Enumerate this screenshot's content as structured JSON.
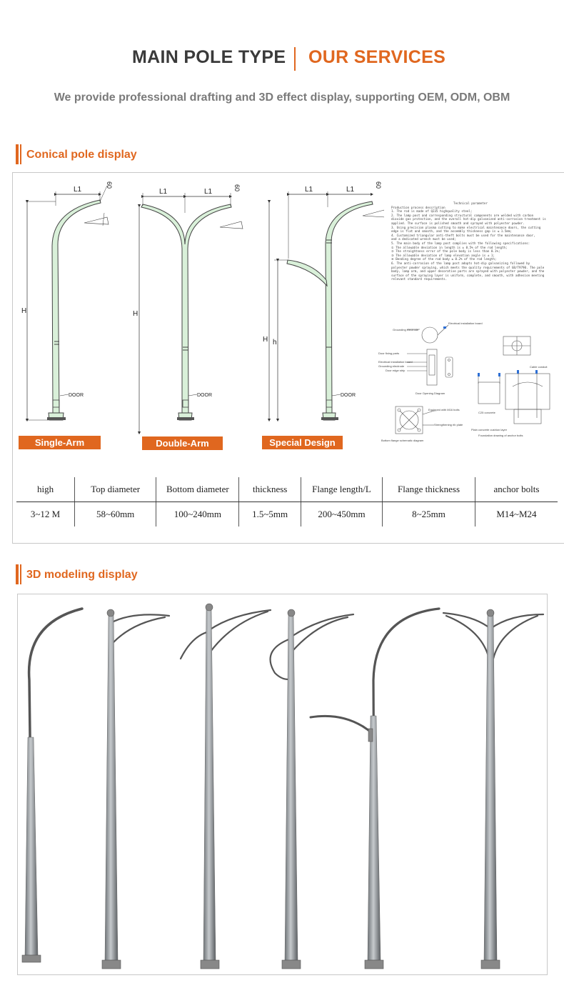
{
  "header": {
    "left_title": "MAIN POLE TYPE",
    "right_title": "OUR SERVICES",
    "subtitle": "We provide professional drafting and 3D effect display, supporting OEM, ODM, OBM"
  },
  "sections": {
    "conical": {
      "title": "Conical pole display"
    },
    "modeling": {
      "title": "3D modeling display"
    }
  },
  "drawings": {
    "dim_l1": "L1",
    "dim_angle": "60",
    "dim_h": "H",
    "dim_h_small": "h",
    "door": "DOOR",
    "single_arm": "Single-Arm",
    "double_arm": "Double-Arm",
    "special_design": "Special Design"
  },
  "tech": {
    "title": "Technical parameter",
    "heading": "Production process description",
    "lines": [
      "1. The rod is made of Q235 highquality steel;",
      "2. The lamp post and corresponding structural components are welded with carbon",
      "dioxide gas protection, and the overall hot-dip galvanized anti-corrosion treatment is",
      "applied. The surface is polished smooth and sprayed with polyester powder.",
      "3. Using precision plasma cutting to make electrical maintenance doors, the cutting",
      "edge is flat and smooth, and the assembly thickness gap is ≤ 1.5mm;",
      "4. Customized triangular anti-theft bolts must be used for the maintenance door,",
      "and a dedicated wrench must be used;",
      "5. The main body of the lamp post complies with the following specifications:",
      "① The allowable deviation in length is ± 0.5% of the rod length;",
      "② The straightness error of the pole body is less than 0.1%;",
      "③ The allowable deviation of lamp elevation angle is ± 1;",
      "④ Bending degree of the rod body ≤ 0.2% of the rod length;",
      "6. The anti-corrosion of the lamp post adopts hot-dip galvanizing followed by",
      "polyester powder spraying, which meets the quality requirements of GB/T9790. The pole",
      "body, lamp arm, and upper decorative parts are sprayed with polyester powder, and the",
      "surface of the spraying layer is uniform, complete, and smooth, with adhesion meeting",
      "relevant standard requirements."
    ],
    "grounding": "Grounding electrode",
    "electrical_board": "Electrical installation board",
    "door_fixing": "Door fixing parts",
    "electrical_board2": "Electrical installation board",
    "grounding2": "Grounding electrode",
    "door_edge": "Door edge strip",
    "door_caption": "Door Opening Diagram",
    "bolts_note": "Equipped with M16 bolts",
    "strengthening": "Strengthening rib plate",
    "flange_caption": "Bottom flange schematic diagram",
    "cable_conduit": "Cable conduit",
    "c25": "C25 concrete",
    "plain_concrete": "Plain concrete cushion layer",
    "foundation_caption": "Foundation drawing of anchor bolts"
  },
  "spec_table": {
    "headers": [
      "high",
      "Top diameter",
      "Bottom diameter",
      "thickness",
      "Flange length/L",
      "Flange thickness",
      "anchor bolts"
    ],
    "values": [
      "3~12 M",
      "58~60mm",
      "100~240mm",
      "1.5~5mm",
      "200~450mm",
      "8~25mm",
      "M14~M24"
    ]
  },
  "colors": {
    "accent": "#e0671f",
    "pole_fill": "#d9f0d9",
    "heading_text": "#3a3a3a"
  }
}
